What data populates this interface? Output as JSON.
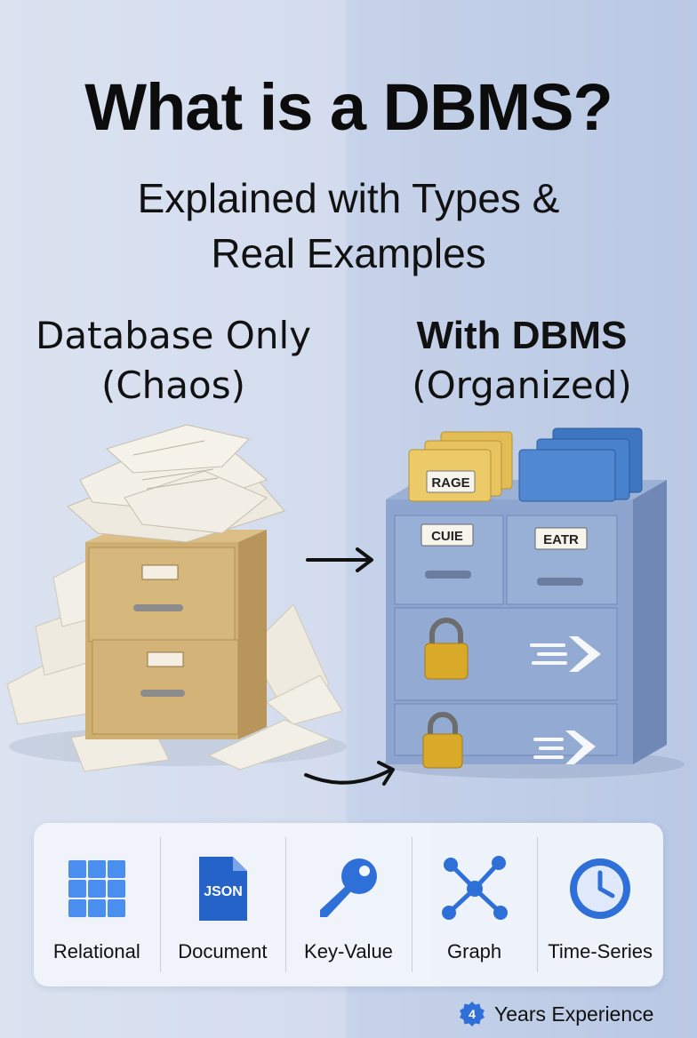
{
  "title": "What is a DBMS?",
  "subtitle_line1": "Explained with Types &",
  "subtitle_line2": "Real Examples",
  "left_panel": {
    "heading": "Database Only",
    "subheading": "(Chaos)"
  },
  "right_panel": {
    "heading": "With DBMS",
    "subheading": "(Organized)",
    "folder_label": "RAGE",
    "drawer_labels": [
      "CUIE",
      "EATR"
    ]
  },
  "types": [
    {
      "label": "Relational",
      "icon": "grid-icon"
    },
    {
      "label": "Document",
      "icon": "json-document-icon",
      "icon_text": "JSON"
    },
    {
      "label": "Key-Value",
      "icon": "key-icon"
    },
    {
      "label": "Graph",
      "icon": "graph-nodes-icon"
    },
    {
      "label": "Time-Series",
      "icon": "clock-icon"
    }
  ],
  "badge": {
    "number": "4",
    "text": "Years Experience"
  },
  "colors": {
    "accent_blue": "#2f6fd8",
    "cabinet_tan": "#cfae72",
    "cabinet_blue": "#8ea6cf",
    "lock_gold": "#d9a92a"
  }
}
